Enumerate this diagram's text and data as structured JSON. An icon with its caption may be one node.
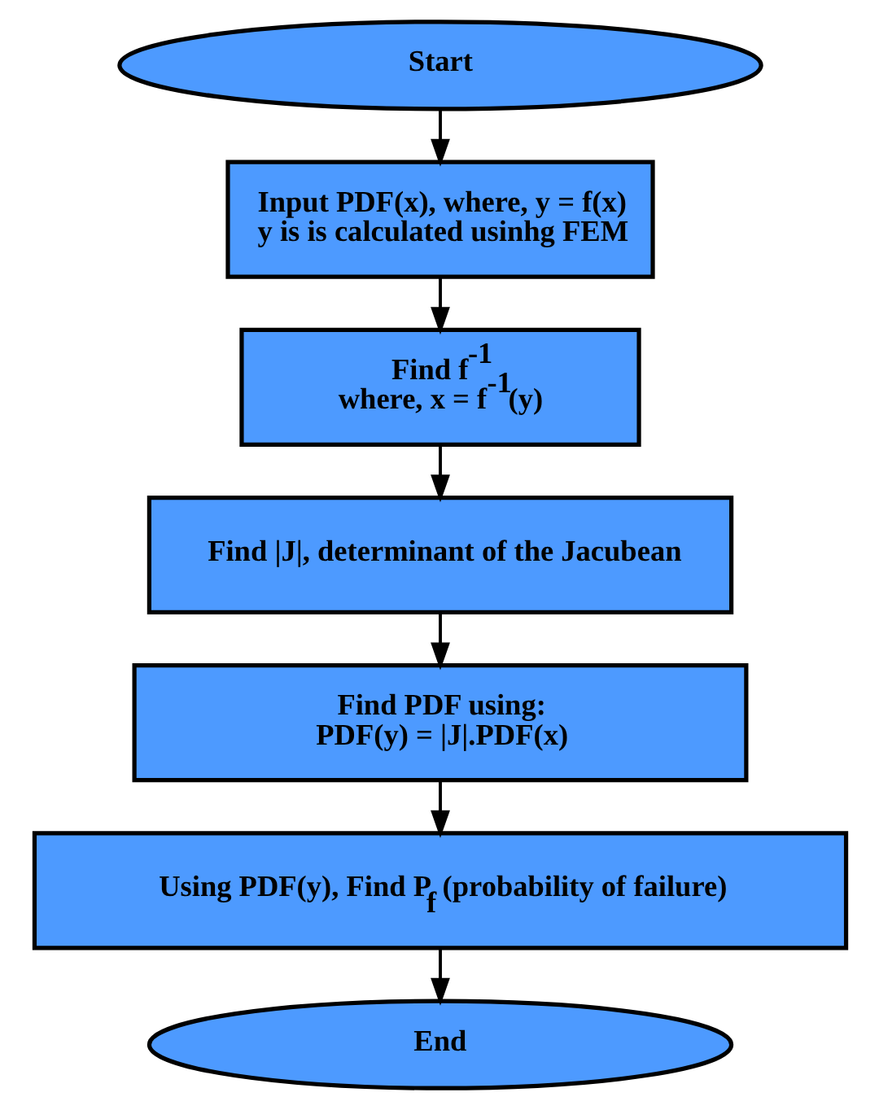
{
  "diagram": {
    "nodes": [
      {
        "text": [
          "Start"
        ]
      },
      {
        "text": [
          "Input PDF(x), where, y = f(x)",
          "y is is calculated usinhg FEM"
        ]
      },
      {
        "text": [
          "Find f$^{-1}$",
          "where, x = f$^{-1}$(y)"
        ]
      },
      {
        "text": [
          "Find |J|, determinant of the Jacubean"
        ]
      },
      {
        "text": [
          "Find PDF using:",
          "PDF(y) = |J|.PDF(x)"
        ]
      },
      {
        "text": [
          "Using PDF(y), Find P$_{f}$ (probability of failure)"
        ]
      },
      {
        "text": [
          "End"
        ]
      }
    ],
    "edges": [
      {
        "from": 0,
        "to": 1,
        "arrow": "to"
      },
      {
        "from": 1,
        "to": 2,
        "arrow": "to"
      },
      {
        "from": 2,
        "to": 3,
        "arrow": "to"
      },
      {
        "from": 3,
        "to": 4,
        "arrow": "to"
      },
      {
        "from": 4,
        "to": 5,
        "arrow": "to"
      },
      {
        "from": 5,
        "to": 6,
        "arrow": "to"
      }
    ]
  }
}
